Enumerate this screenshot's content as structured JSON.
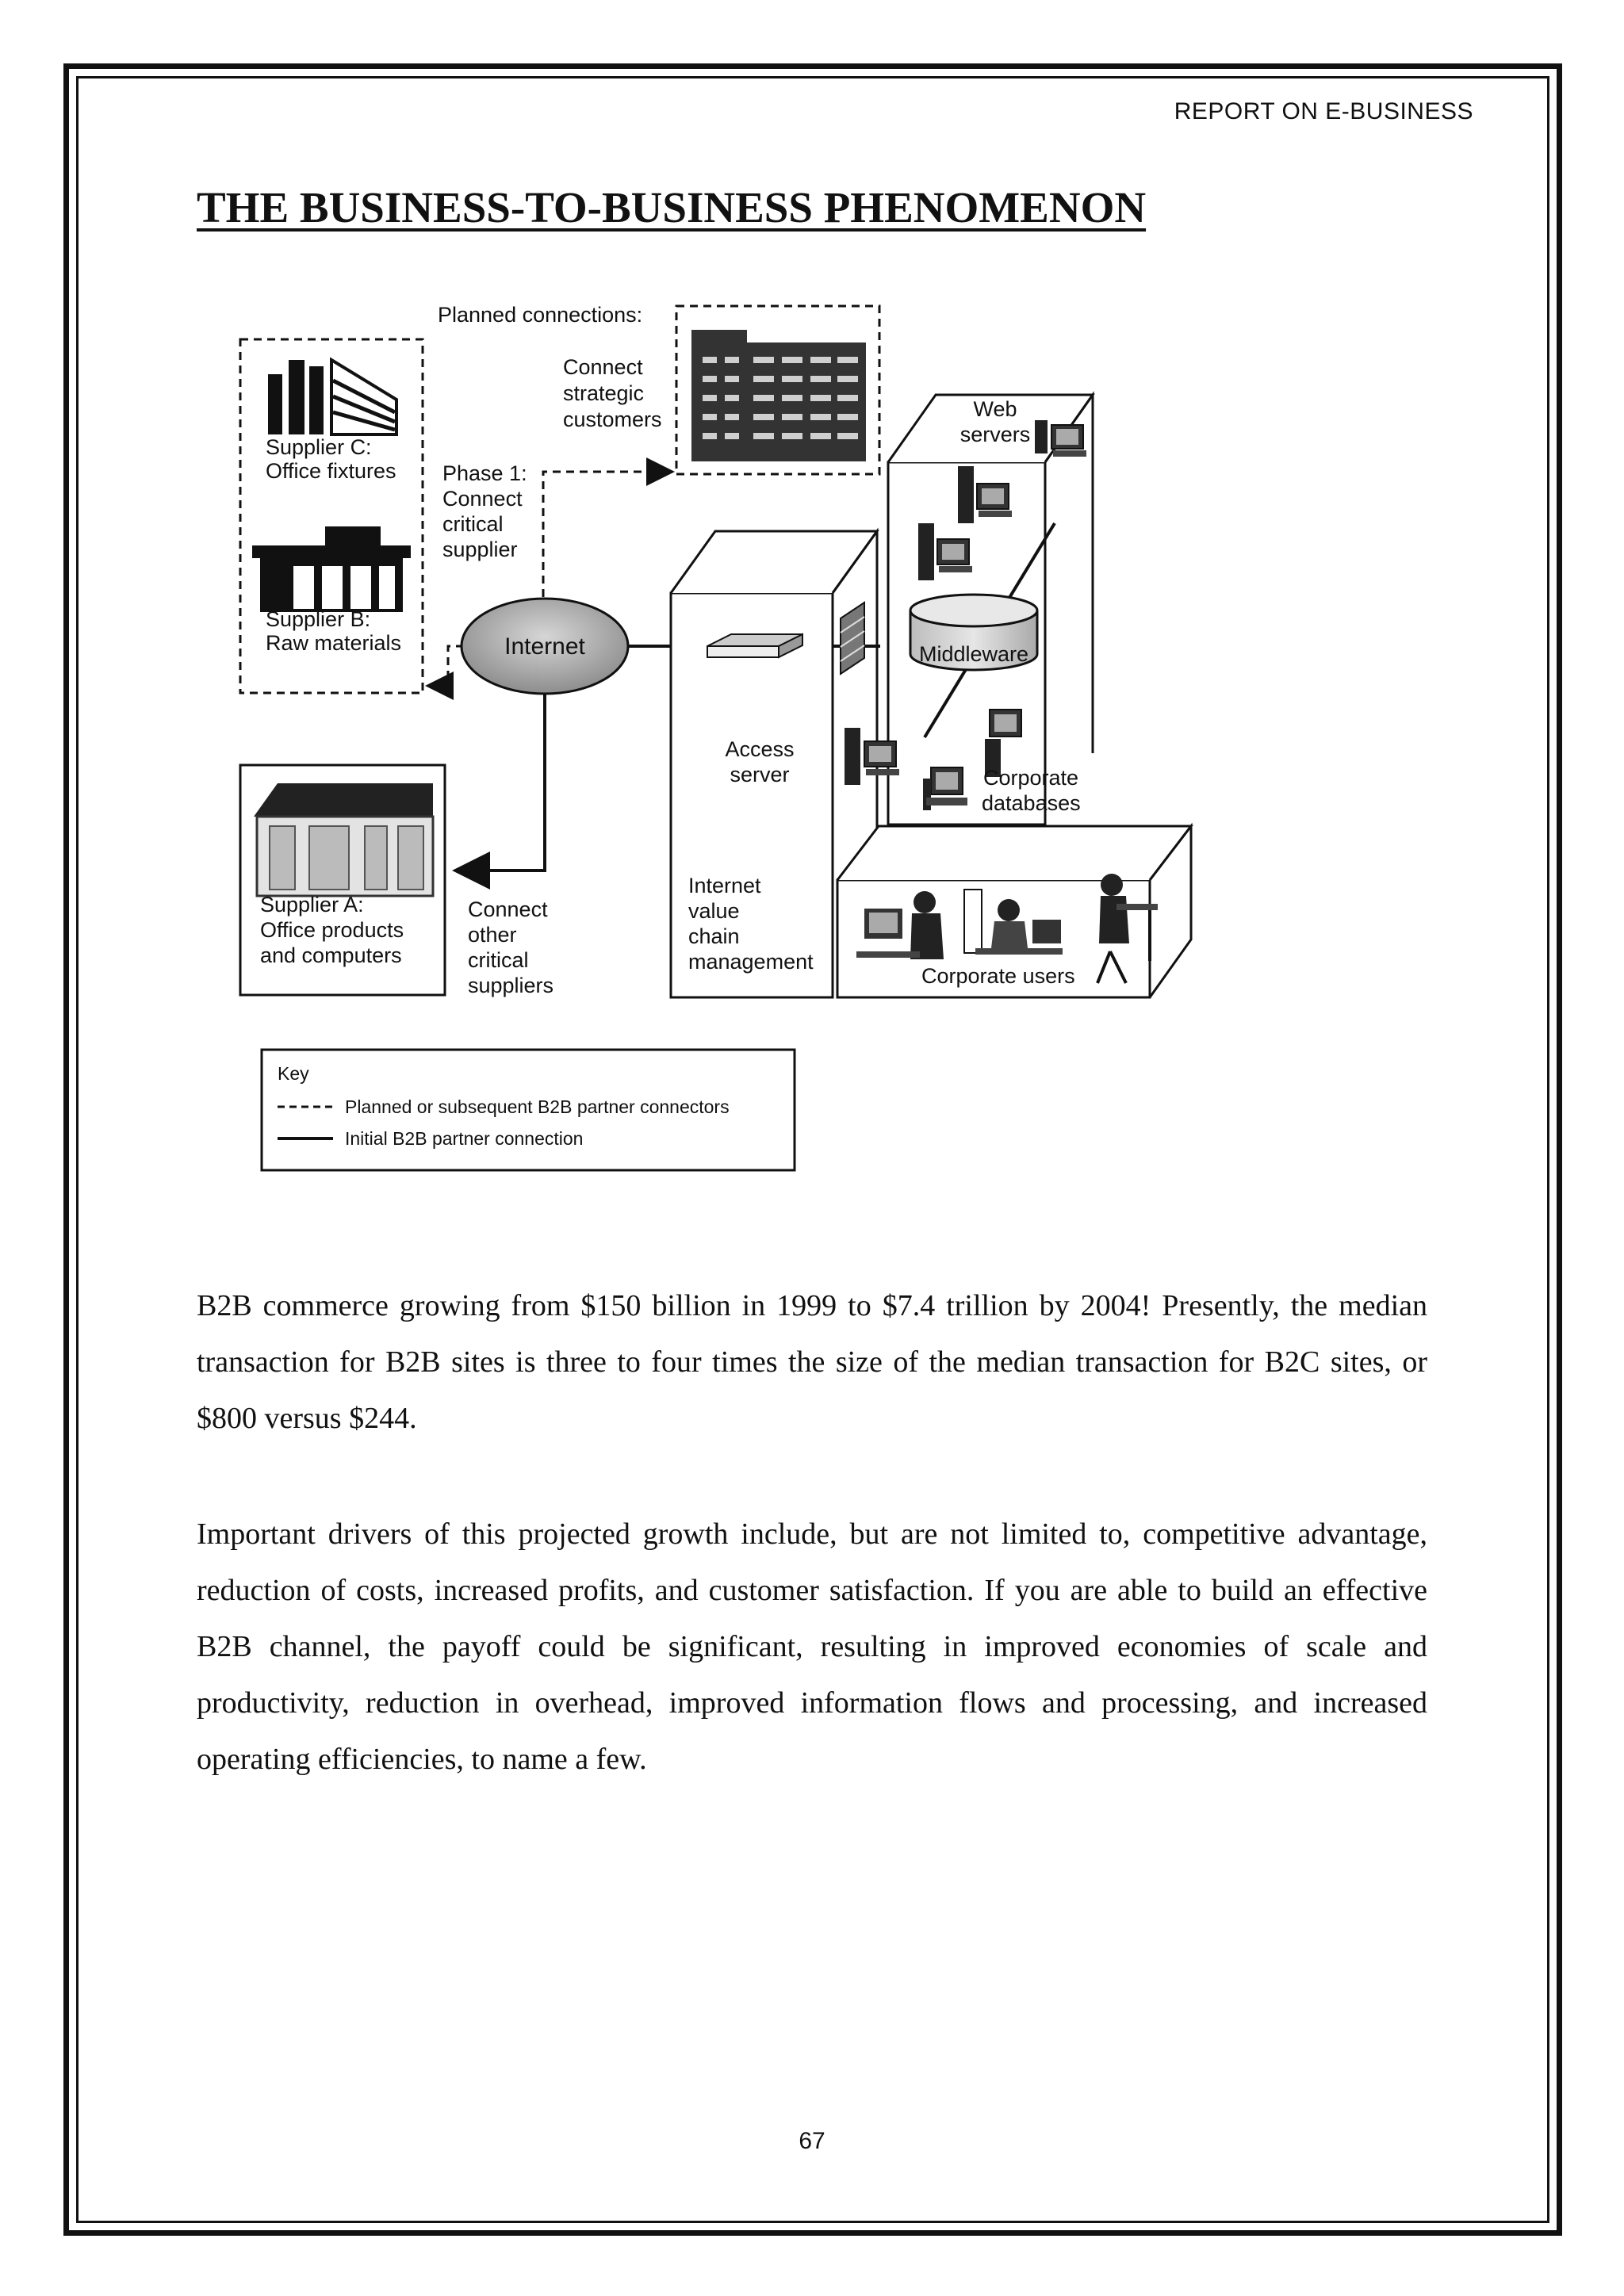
{
  "header": {
    "running_head": "REPORT ON E-BUSINESS"
  },
  "title": "THE BUSINESS-TO-BUSINESS PHENOMENON",
  "diagram": {
    "planned_connections": "Planned connections:",
    "connect_strategic": [
      "Connect",
      "strategic",
      "customers"
    ],
    "supplier_c": [
      "Supplier C:",
      "Office fixtures"
    ],
    "supplier_b": [
      "Supplier B:",
      "Raw materials"
    ],
    "phase1": [
      "Phase 1:",
      "Connect",
      "critical",
      "supplier"
    ],
    "internet": "Internet",
    "web_servers": [
      "Web",
      "servers"
    ],
    "middleware": "Middleware",
    "access_server": [
      "Access",
      "server"
    ],
    "corporate_databases": [
      "Corporate",
      "databases"
    ],
    "supplier_a": [
      "Supplier A:",
      "Office products",
      "and computers"
    ],
    "connect_other": [
      "Connect",
      "other",
      "critical",
      "suppliers"
    ],
    "ivcm": [
      "Internet",
      "value",
      "chain",
      "management"
    ],
    "corporate_users": "Corporate users",
    "key": {
      "title": "Key",
      "dashed": "Planned or subsequent B2B partner connectors",
      "solid": "Initial B2B partner connection"
    }
  },
  "paragraphs": [
    "B2B commerce growing from $150 billion in 1999 to $7.4 trillion by 2004! Presently, the median transaction for B2B sites is three to four times the size of the median transaction for B2C sites, or $800 versus $244.",
    "Important drivers of this projected growth include, but are not limited to, competitive advantage, reduction  of costs, increased profits, and customer satisfaction. If you are able to build an effective B2B channel, the payoff could be significant, resulting in improved economies of scale and productivity, reduction in overhead, improved information flows and processing, and increased operating efficiencies, to name a few."
  ],
  "page_number": "67"
}
